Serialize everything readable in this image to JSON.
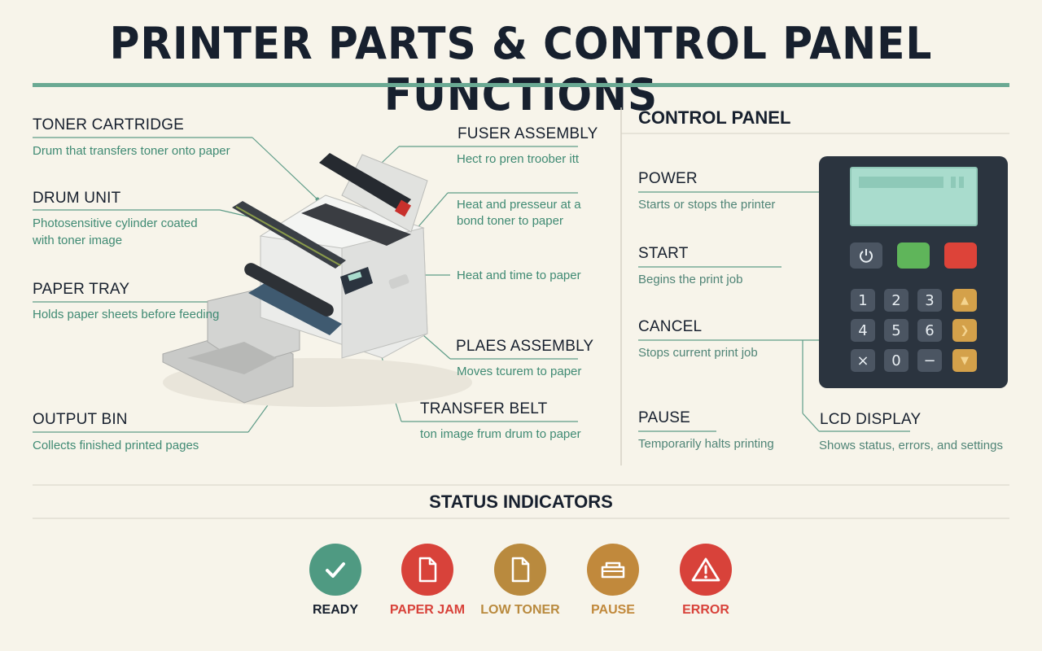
{
  "title": "PRINTER PARTS & CONTROL PANEL FUNCTIONS",
  "parts": {
    "toner_cartridge": {
      "name": "TONER CARTRIDGE",
      "desc": "Drum that transfers toner onto paper"
    },
    "drum_unit": {
      "name": "DRUM UNIT",
      "desc_line1": "Photosensitive cylinder coated",
      "desc_line2": "with toner image"
    },
    "paper_tray": {
      "name": "PAPER TRAY",
      "desc": "Holds paper sheets before feeding"
    },
    "output_bin": {
      "name": "OUTPUT BIN",
      "desc": "Collects finished printed pages"
    },
    "fuser_assembly": {
      "name": "FUSER ASSEMBLY",
      "desc": "Hect ro pren troober itt"
    },
    "heat_pressure": {
      "desc_line1": "Heat and presseur at a",
      "desc_line2": "bond toner to paper"
    },
    "heat_time": {
      "desc": "Heat and time to paper"
    },
    "plaes_assembly": {
      "name": "PLAES ASSEMBLY",
      "desc": "Moves tcurem to paper"
    },
    "transfer_belt": {
      "name": "TRANSFER BELT",
      "desc": "ton image frum drum to paper"
    }
  },
  "control_panel": {
    "heading": "CONTROL PANEL",
    "power": {
      "name": "POWER",
      "desc": "Starts or stops the printer"
    },
    "start": {
      "name": "START",
      "desc": "Begins the print job"
    },
    "cancel": {
      "name": "CANCEL",
      "desc": "Stops current print job"
    },
    "pause": {
      "name": "PAUSE",
      "desc": "Temporarily halts printing"
    },
    "lcd_display": {
      "name": "LCD DISPLAY",
      "desc": "Shows status, errors, and settings"
    },
    "keys": [
      "1",
      "2",
      "3",
      "4",
      "5",
      "6",
      "×",
      "0",
      "−"
    ]
  },
  "status": {
    "heading": "STATUS INDICATORS",
    "items": [
      {
        "label": "READY",
        "icon": "check-icon",
        "color": "#4f9a82"
      },
      {
        "label": "PAPER JAM",
        "icon": "document-icon",
        "color": "#d8423a"
      },
      {
        "label": "LOW TONER",
        "icon": "document-icon",
        "color": "#b98a3e"
      },
      {
        "label": "PAUSE",
        "icon": "tray-icon",
        "color": "#c1893c"
      },
      {
        "label": "ERROR",
        "icon": "warning-icon",
        "color": "#d8423a"
      }
    ]
  },
  "colors": {
    "accent": "#6aa993",
    "leader_line": "#5e9c88",
    "keypad": "#2b343f",
    "start_button": "#5fb55a",
    "cancel_button": "#dd4339"
  }
}
